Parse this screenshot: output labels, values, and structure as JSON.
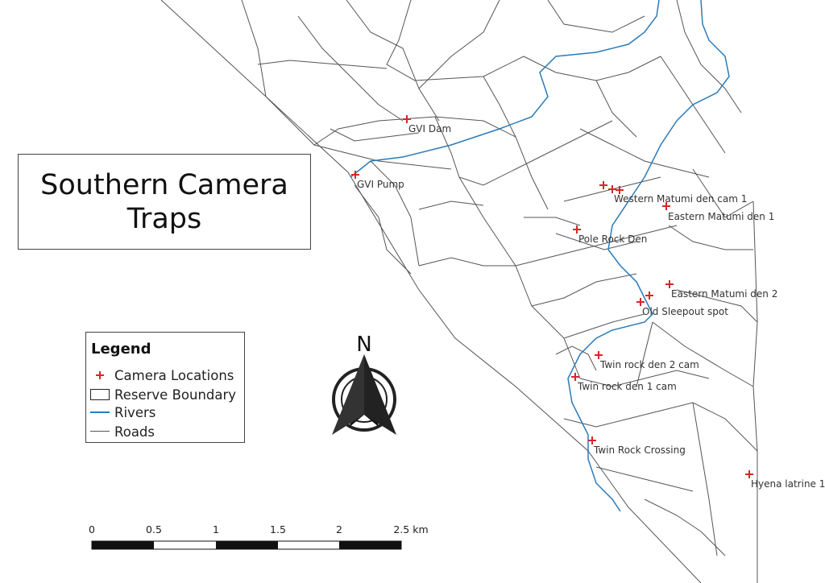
{
  "title": {
    "line1": "Southern Camera",
    "line2": "Traps"
  },
  "legend": {
    "title": "Legend",
    "items": [
      {
        "label": "Camera Locations",
        "symbol": "red-cross"
      },
      {
        "label": "Reserve Boundary",
        "symbol": "outline-box"
      },
      {
        "label": "Rivers",
        "symbol": "blue-line"
      },
      {
        "label": "Roads",
        "symbol": "gray-line"
      }
    ]
  },
  "north_arrow": {
    "label": "N"
  },
  "scale_bar": {
    "ticks": [
      "0",
      "0.5",
      "1",
      "1.5",
      "2",
      "2.5 km"
    ]
  },
  "cameras": [
    {
      "label": "GVI Dam"
    },
    {
      "label": "GVI Pump"
    },
    {
      "label": "Western Matumi den cam 1"
    },
    {
      "label": "Eastern Matumi den 1"
    },
    {
      "label": "Pole Rock Den"
    },
    {
      "label": "Eastern Matumi den 2"
    },
    {
      "label": "Old Sleepout spot"
    },
    {
      "label": "Twin rock den 2 cam"
    },
    {
      "label": "Twin rock den 1 cam"
    },
    {
      "label": "Twin Rock Crossing"
    },
    {
      "label": "Hyena latrine 1"
    }
  ],
  "colors": {
    "camera": "#d62728",
    "river": "#2b7bb9",
    "road": "#555555",
    "boundary": "#222222"
  }
}
